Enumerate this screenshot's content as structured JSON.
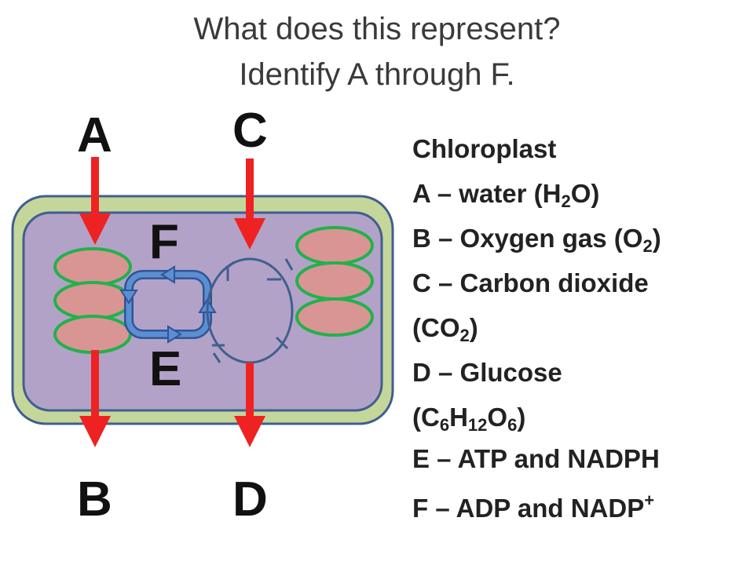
{
  "title": {
    "line1": "What does this represent?",
    "line2": "Identify A through F."
  },
  "labels": {
    "a": "A",
    "b": "B",
    "c": "C",
    "d": "D",
    "e": "E",
    "f": "F"
  },
  "answers": {
    "heading": "Chloroplast",
    "a": {
      "text": "A – water (H",
      "sub": "2",
      "end": "O)"
    },
    "b": {
      "text": "B – Oxygen gas (O",
      "sub": "2",
      "end": ")"
    },
    "c_line1": "C – Carbon dioxide",
    "c_line2": {
      "text": "(CO",
      "sub": "2",
      "end": ")"
    },
    "d_line1": "D – Glucose",
    "d_line2": {
      "p1": "(C",
      "s1": "6",
      "p2": "H",
      "s2": "12",
      "p3": "O",
      "s3": "6",
      "end": ")"
    },
    "e": "E – ATP and NADPH",
    "f": {
      "text": "F – ADP and NADP",
      "sup": "+"
    }
  },
  "colors": {
    "outer_membrane": "#c5d69b",
    "stroma": "#b3a2c7",
    "border": "#3f5f8f",
    "thylakoid_fill": "#d99594",
    "thylakoid_outline": "#22b14c",
    "arrow": "#ee2222",
    "cycle_arrow": "#4f81bd",
    "calvin_cycle": "#3f5f8f"
  }
}
